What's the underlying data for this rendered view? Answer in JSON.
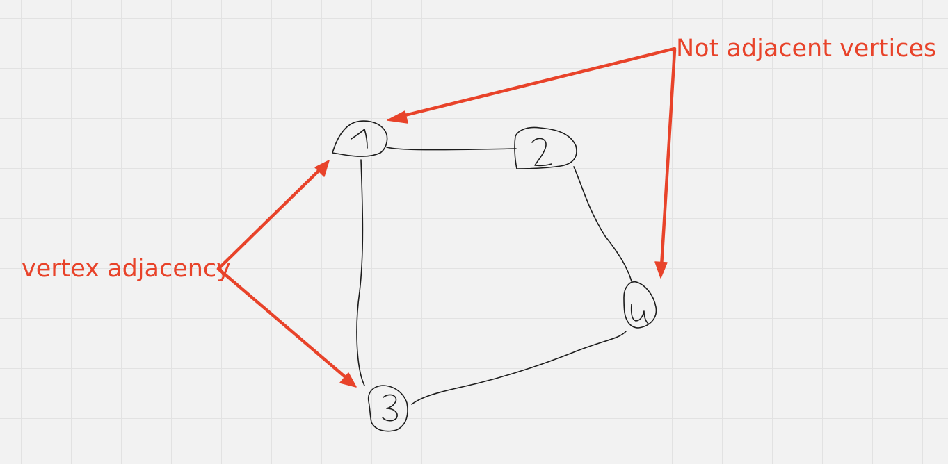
{
  "annotations": {
    "not_adjacent": "Not adjacent vertices",
    "vertex_adjacency": "vertex adjacency"
  },
  "vertices": [
    {
      "id": "1",
      "label": "1"
    },
    {
      "id": "2",
      "label": "2"
    },
    {
      "id": "3",
      "label": "3"
    },
    {
      "id": "4",
      "label": "4"
    }
  ],
  "edges": [
    {
      "from": "1",
      "to": "2"
    },
    {
      "from": "1",
      "to": "3"
    },
    {
      "from": "2",
      "to": "4"
    },
    {
      "from": "3",
      "to": "4"
    }
  ],
  "colors": {
    "annotation": "#e8432a",
    "ink": "#1c1c1c",
    "background": "#f2f2f2",
    "grid": "#e2e2e2"
  }
}
